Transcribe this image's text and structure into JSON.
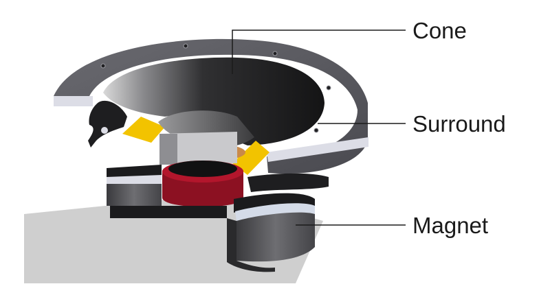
{
  "labels": {
    "cone": "Cone",
    "surround": "Surround",
    "magnet": "Magnet"
  },
  "colors": {
    "background": "#ffffff",
    "shadow": "#cfcfcf",
    "frame_top": "#5a5a5f",
    "frame_edge": "#dcdde6",
    "cone_interior": "#2a2a2c",
    "voice_coil": "#8c1122",
    "spider_glue": "#f2c300",
    "copper_ring": "#c98a4a",
    "magnet_body": "#5e5e62",
    "magnet_highlight": "#d4dbe8",
    "leader_line": "#1a1a1a",
    "label_text": "#1a1a1a"
  }
}
